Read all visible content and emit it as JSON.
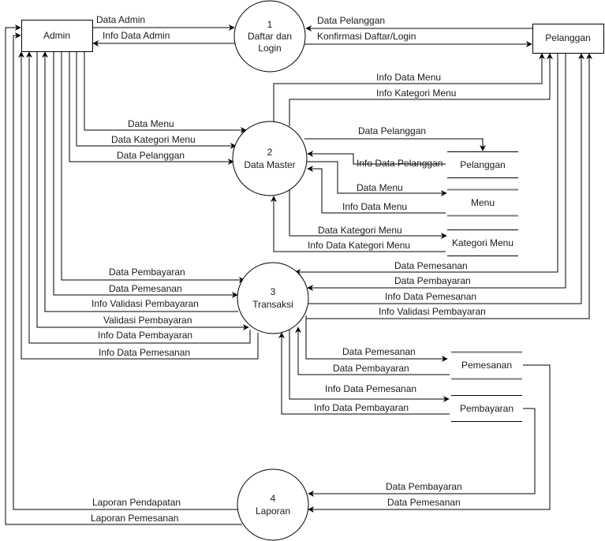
{
  "diagram": {
    "type": "data-flow-diagram-level-1",
    "entities": {
      "admin": "Admin",
      "pelanggan": "Pelanggan"
    },
    "processes": [
      {
        "number": "1",
        "name_line1": "Daftar dan",
        "name_line2": "Login"
      },
      {
        "number": "2",
        "name_line1": "Data Master",
        "name_line2": ""
      },
      {
        "number": "3",
        "name_line1": "Transaksi",
        "name_line2": ""
      },
      {
        "number": "4",
        "name_line1": "Laporan",
        "name_line2": ""
      }
    ],
    "datastores": {
      "pelanggan": "Pelanggan",
      "menu": "Menu",
      "kategori_menu": "Kategori Menu",
      "pemesanan": "Pemesanan",
      "pembayaran": "Pembayaran"
    },
    "flows": {
      "admin_p1_data_admin": "Data Admin",
      "p1_admin_info_data_admin": "Info Data Admin",
      "pel_p1_data_pelanggan": "Data Pelanggan",
      "p1_pel_konfirmasi": "Konfirmasi Daftar/Login",
      "p2_pel_info_data_menu": "Info Data Menu",
      "p2_pel_info_kategori_menu": "Info Kategori Menu",
      "admin_p2_data_menu": "Data Menu",
      "admin_p2_data_kategori_menu": "Data Kategori Menu",
      "admin_p2_data_pelanggan": "Data Pelanggan",
      "p2_ds_data_pelanggan": "Data Pelanggan",
      "ds_p2_info_data_pelanggan": "Info Data Pelanggan",
      "p2_ds_data_menu": "Data Menu",
      "ds_p2_info_data_menu": "Info Data Menu",
      "p2_ds_data_kategori_menu": "Data Kategori Menu",
      "ds_p2_info_data_kategori_menu": "Info Data Kategori Menu",
      "admin_p3_data_pembayaran": "Data Pembayaran",
      "admin_p3_data_pemesanan": "Data Pemesanan",
      "p3_admin_info_validasi_pembayaran": "Info Validasi Pembayaran",
      "admin_p3_validasi_pembayaran": "Validasi Pembayaran",
      "p3_admin_info_data_pembayaran": "Info Data Pembayaran",
      "p3_admin_info_data_pemesanan": "Info Data Pemesanan",
      "pel_p3_data_pemesanan": "Data Pemesanan",
      "pel_p3_data_pembayaran": "Data Pembayaran",
      "p3_pel_info_data_pemesanan": "Info Data Pemesanan",
      "p3_pel_info_validasi_pembayaran": "Info Validasi Pembayaran",
      "p3_ds_data_pemesanan": "Data Pemesanan",
      "ds_p3_data_pembayaran": "Data Pembayaran",
      "p3_ds_info_data_pemesanan": "Info Data Pemesanan",
      "ds_p3_info_data_pembayaran": "Info Data Pembayaran",
      "ds_p4_data_pembayaran": "Data Pembayaran",
      "ds_p4_data_pemesanan": "Data Pemesanan",
      "p4_admin_laporan_pendapatan": "Laporan Pendapatan",
      "p4_admin_laporan_pemesanan": "Laporan Pemesanan"
    }
  }
}
